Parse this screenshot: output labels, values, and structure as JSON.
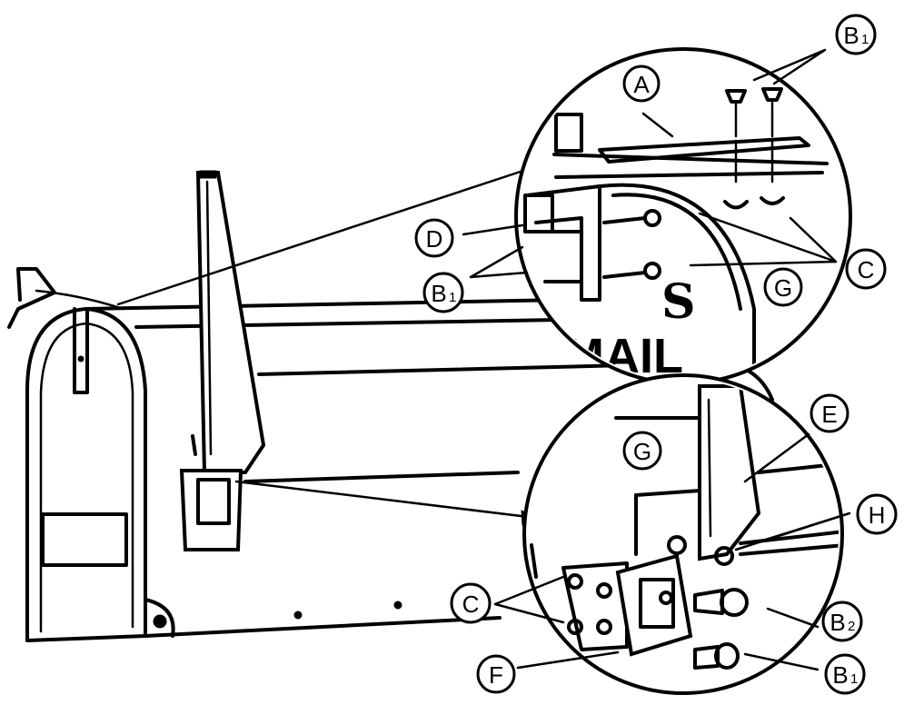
{
  "callouts": [
    {
      "id": "A",
      "letter": "A",
      "sub": ""
    },
    {
      "id": "B1-top",
      "letter": "B",
      "sub": "1"
    },
    {
      "id": "D",
      "letter": "D",
      "sub": ""
    },
    {
      "id": "B1-left",
      "letter": "B",
      "sub": "1"
    },
    {
      "id": "G-top",
      "letter": "G",
      "sub": ""
    },
    {
      "id": "C-top",
      "letter": "C",
      "sub": ""
    },
    {
      "id": "E",
      "letter": "E",
      "sub": ""
    },
    {
      "id": "G-bottom",
      "letter": "G",
      "sub": ""
    },
    {
      "id": "H",
      "letter": "H",
      "sub": ""
    },
    {
      "id": "C-bottom",
      "letter": "C",
      "sub": ""
    },
    {
      "id": "B2",
      "letter": "B",
      "sub": "2"
    },
    {
      "id": "F",
      "letter": "F",
      "sub": ""
    },
    {
      "id": "B1-bottom",
      "letter": "B",
      "sub": "1"
    }
  ],
  "detail_top": {
    "mail_text": "MAIL",
    "initial": "S"
  }
}
